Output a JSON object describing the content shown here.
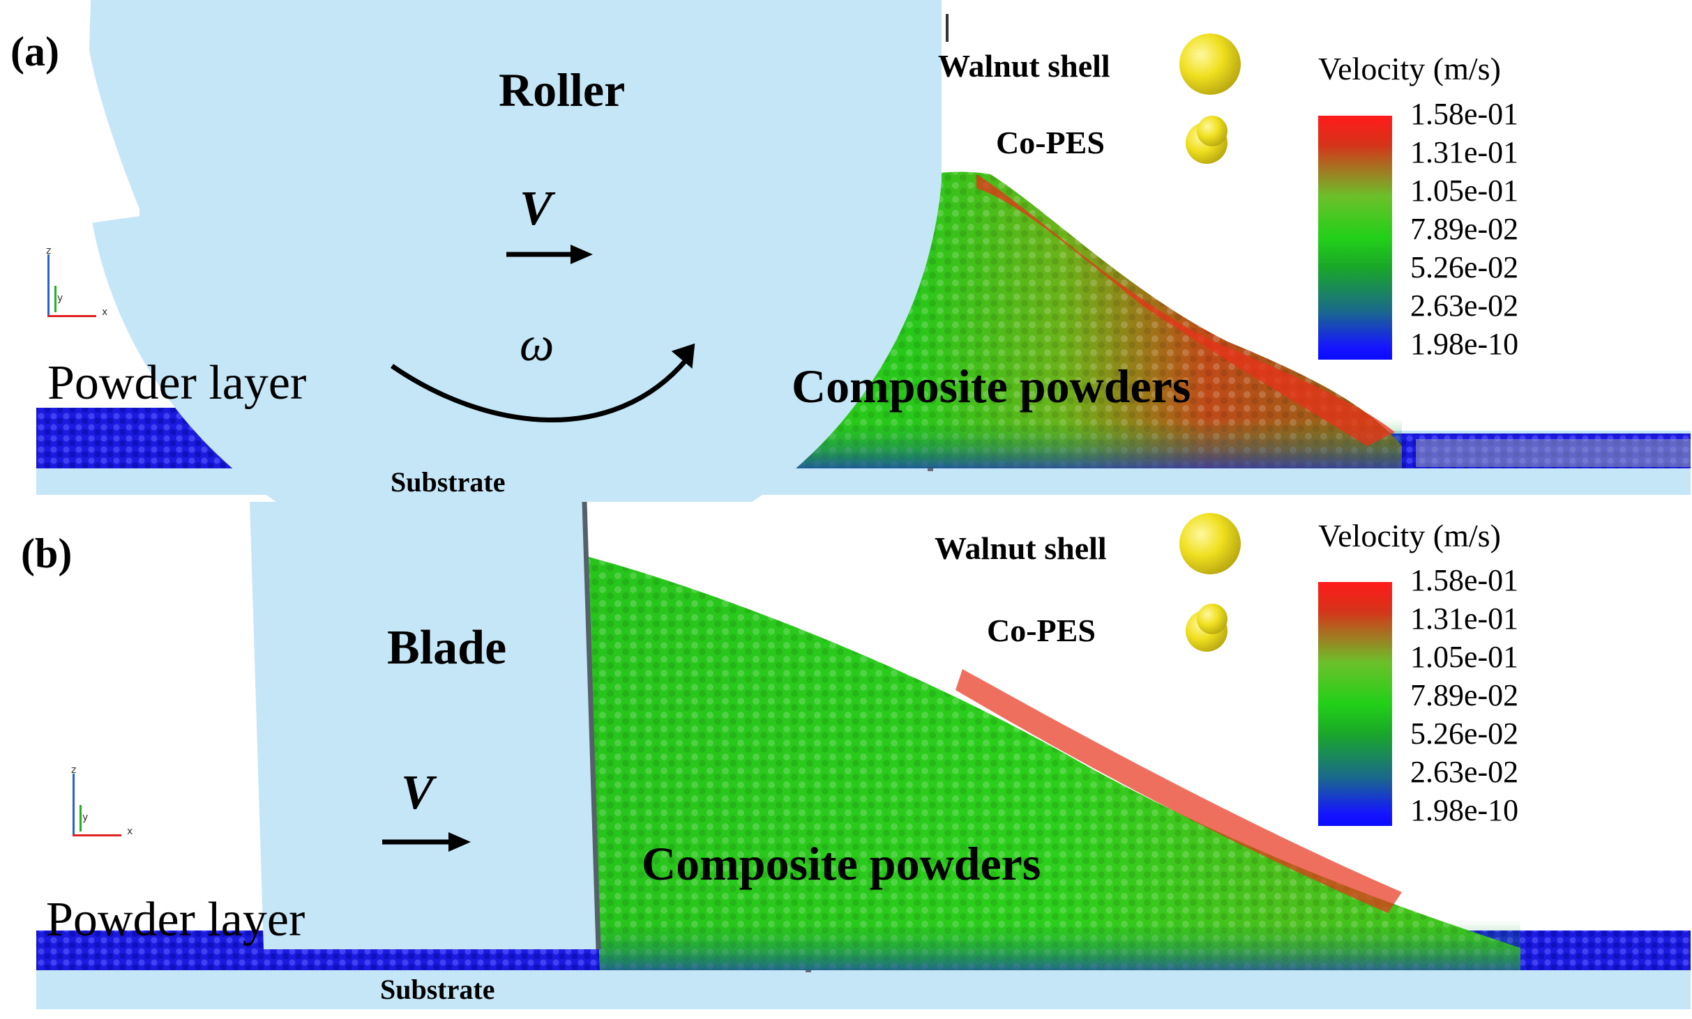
{
  "panel_a": {
    "label": "(a)",
    "tool_label": "Roller",
    "velocity_symbol": "V",
    "angular_symbol": "ω",
    "powder_layer": "Powder layer",
    "composite": "Composite powders",
    "substrate": "Substrate",
    "legend": {
      "walnut": "Walnut shell",
      "copes": "Co-PES",
      "title": "Velocity (m/s)",
      "ticks": [
        "1.58e-01",
        "1.31e-01",
        "1.05e-01",
        "7.89e-02",
        "5.26e-02",
        "2.63e-02",
        "1.98e-10"
      ]
    },
    "triad": {
      "z": "z",
      "y": "y",
      "x": "x"
    }
  },
  "panel_b": {
    "label": "(b)",
    "tool_label": "Blade",
    "velocity_symbol": "V",
    "powder_layer": "Powder layer",
    "composite": "Composite powders",
    "substrate": "Substrate",
    "legend": {
      "walnut": "Walnut shell",
      "copes": "Co-PES",
      "title": "Velocity (m/s)",
      "ticks": [
        "1.58e-01",
        "1.31e-01",
        "1.05e-01",
        "7.89e-02",
        "5.26e-02",
        "2.63e-02",
        "1.98e-10"
      ]
    },
    "triad": {
      "z": "z",
      "y": "y",
      "x": "x"
    }
  },
  "colors": {
    "tool": "#c5e6f7",
    "particle_fast": "#ff2a10",
    "particle_mid": "#2ccf1c",
    "particle_slow": "#1414e6",
    "substrate": "#c5e6f7",
    "sphere": "#f0e020"
  }
}
